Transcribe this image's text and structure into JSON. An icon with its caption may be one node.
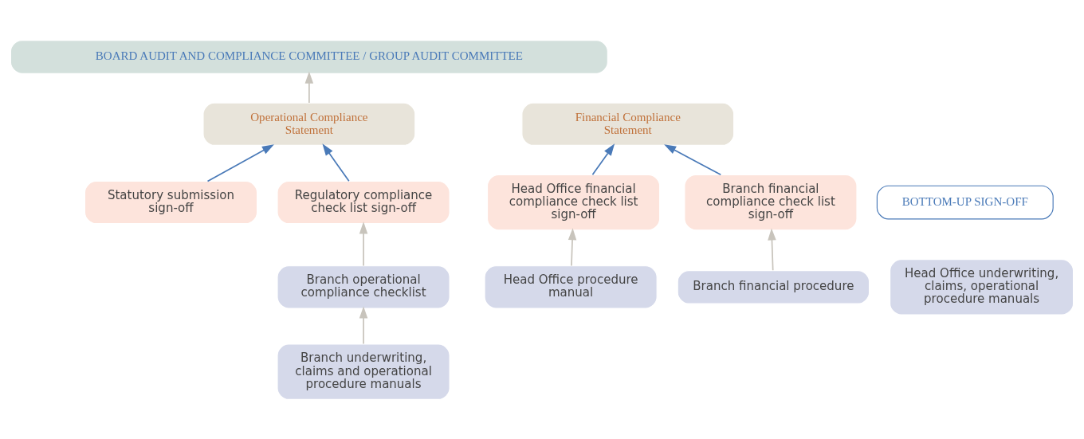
{
  "diagram": {
    "nodes": [
      {
        "text": [
          "BOARD AUDIT AND COMPLIANCE COMMITTEE / GROUP AUDIT COMMITTEE"
        ]
      },
      {
        "text": [
          "Operational Compliance Statement"
        ]
      },
      {
        "text": [
          "Financial Compliance Statement"
        ]
      },
      {
        "text": [
          "Statutory submission sign-off"
        ]
      },
      {
        "text": [
          "Regulatory compliance check list sign-off"
        ]
      },
      {
        "text": [
          "Head Office financial compliance check list sign-off"
        ]
      },
      {
        "text": [
          "Branch financial compliance check list sign-off"
        ]
      },
      {
        "text": [
          "Branch operational compliance checklist"
        ]
      },
      {
        "text": [
          "Head Office underwriting, claims, operational procedure manuals"
        ]
      },
      {
        "text": [
          "Head Office procedure manual"
        ]
      },
      {
        "text": [
          "Branch financial procedure"
        ]
      },
      {
        "text": [
          "Branch underwriting, claims and operational procedure manuals"
        ]
      },
      {
        "text": [
          "BOTTOM-UP SIGN-OFF"
        ]
      }
    ],
    "edges": [
      {
        "from": 1,
        "to": 0,
        "arrow": "to"
      },
      {
        "from": 3,
        "to": 1,
        "arrow": "to",
        "color": "#4a7ab8"
      },
      {
        "from": 4,
        "to": 1,
        "arrow": "to",
        "color": "#4a7ab8"
      },
      {
        "from": 5,
        "to": 2,
        "arrow": "to",
        "color": "#4a7ab8"
      },
      {
        "from": 6,
        "to": 2,
        "arrow": "to",
        "color": "#4a7ab8"
      },
      {
        "from": 7,
        "to": 4,
        "arrow": "to"
      },
      {
        "from": 9,
        "to": 5,
        "arrow": "to"
      },
      {
        "from": 10,
        "to": 6,
        "arrow": "to"
      },
      {
        "from": 11,
        "to": 7,
        "arrow": "to"
      }
    ]
  }
}
